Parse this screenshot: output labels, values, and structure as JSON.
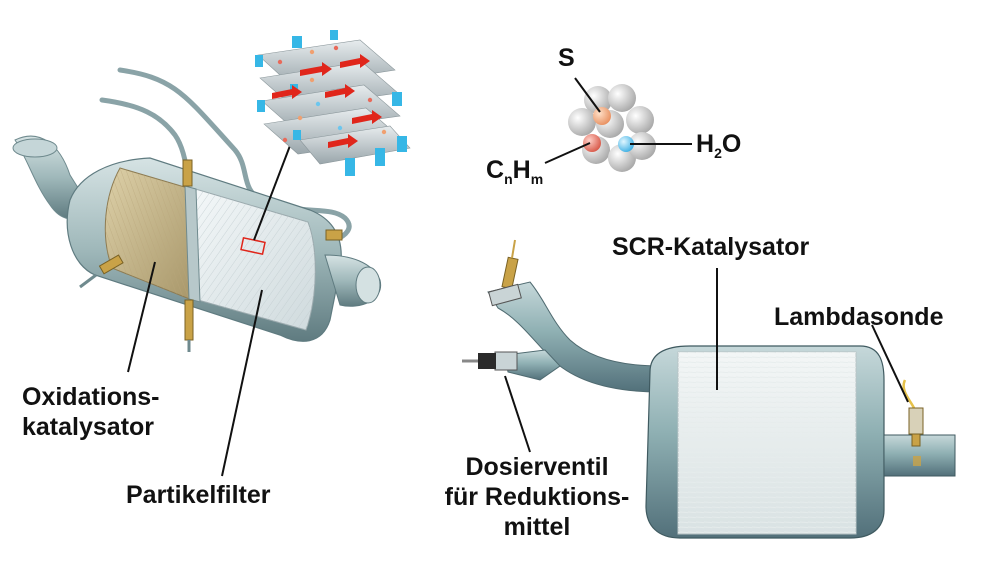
{
  "labels": {
    "oxidation_line1": "Oxidations-",
    "oxidation_line2": "katalysator",
    "partikelfilter": "Partikelfilter",
    "scr": "SCR-Katalysator",
    "lambdasonde": "Lambdasonde",
    "dosier_line1": "Dosierventil",
    "dosier_line2": "für Reduktions-",
    "dosier_line3": "mittel"
  },
  "molecules": {
    "sulfur": "S",
    "water_main": "H",
    "water_sub": "2",
    "water_end": "O",
    "hc_c": "C",
    "hc_n": "n",
    "hc_h": "H",
    "hc_m": "m"
  },
  "colors": {
    "metal": "#9fb8ba",
    "metal_dark": "#6f8a8e",
    "scr_body": "#8fb0b3",
    "oxi_core": "#c9b98f",
    "filter_core": "#e4ecee",
    "flow_arrow": "#e0261b",
    "channel_cyan": "#36b7e6",
    "sulfur_particle": "#f0a070",
    "hc_particle": "#e86a5a",
    "water_particle": "#6cc6ee",
    "brass": "#c9a247"
  }
}
